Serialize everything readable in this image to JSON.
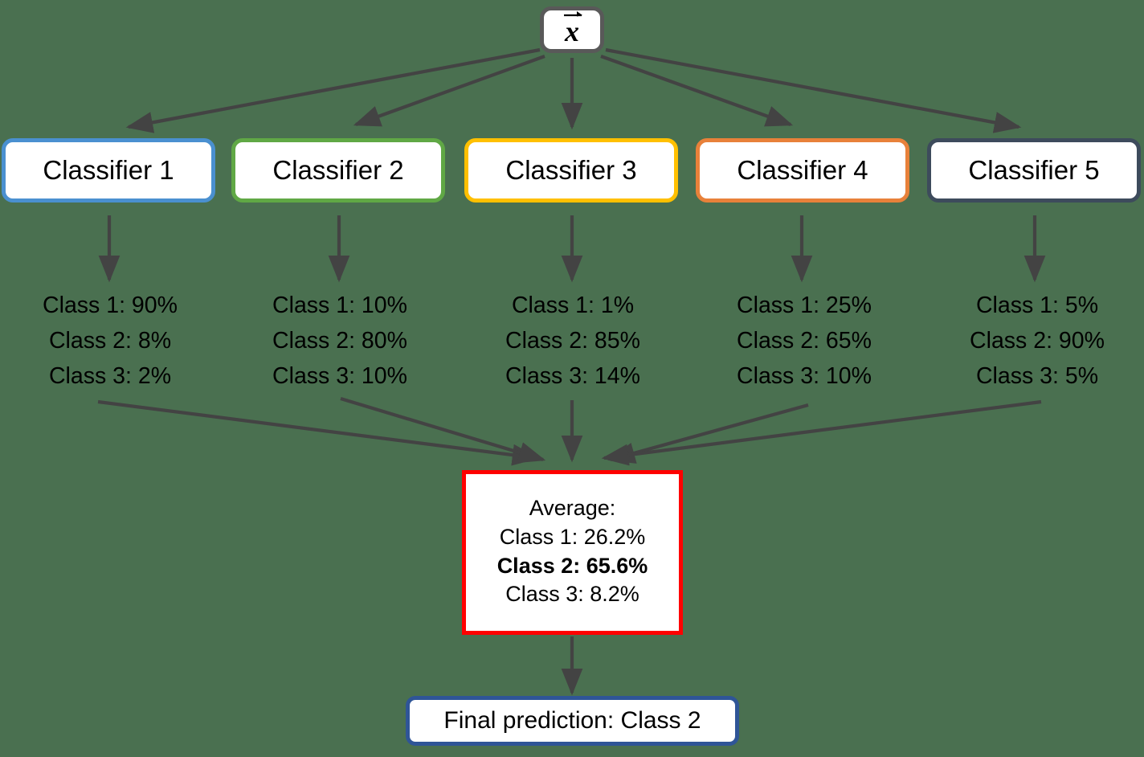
{
  "diagram": {
    "title": "Ensemble classifier soft-voting diagram",
    "background_color": "#4a7050",
    "arrow_color": "#434343"
  },
  "input": {
    "label": "x",
    "description": "feature vector x with arrow accent"
  },
  "classifiers": [
    {
      "label": "Classifier 1",
      "border_color": "#4a90d0",
      "probs": [
        "Class 1: 90%",
        "Class 2: 8%",
        "Class 3: 2%"
      ]
    },
    {
      "label": "Classifier 2",
      "border_color": "#60a845",
      "probs": [
        "Class 1: 10%",
        "Class 2: 80%",
        "Class 3: 10%"
      ]
    },
    {
      "label": "Classifier 3",
      "border_color": "#ffc000",
      "probs": [
        "Class 1: 1%",
        "Class 2: 85%",
        "Class 3: 14%"
      ]
    },
    {
      "label": "Classifier 4",
      "border_color": "#e8813a",
      "probs": [
        "Class 1: 25%",
        "Class 2: 65%",
        "Class 3: 10%"
      ]
    },
    {
      "label": "Classifier 5",
      "border_color": "#3d4b5c",
      "probs": [
        "Class 1: 5%",
        "Class 2: 90%",
        "Class 3: 5%"
      ]
    }
  ],
  "average": {
    "border_color": "#ff0000",
    "heading": "Average:",
    "rows": [
      {
        "text": "Class 1: 26.2%",
        "bold": false
      },
      {
        "text": "Class 2: 65.6%",
        "bold": true
      },
      {
        "text": "Class 3: 8.2%",
        "bold": false
      }
    ]
  },
  "final": {
    "label": "Final prediction: Class 2",
    "border_color": "#2f5597"
  },
  "chart_data": {
    "type": "table",
    "title": "Ensemble soft-voting class probabilities",
    "categories": [
      "Class 1",
      "Class 2",
      "Class 3"
    ],
    "series": [
      {
        "name": "Classifier 1",
        "values": [
          90,
          8,
          2
        ]
      },
      {
        "name": "Classifier 2",
        "values": [
          10,
          80,
          10
        ]
      },
      {
        "name": "Classifier 3",
        "values": [
          1,
          85,
          14
        ]
      },
      {
        "name": "Classifier 4",
        "values": [
          25,
          65,
          10
        ]
      },
      {
        "name": "Classifier 5",
        "values": [
          5,
          90,
          5
        ]
      },
      {
        "name": "Average",
        "values": [
          26.2,
          65.6,
          8.2
        ]
      }
    ],
    "units": "percent",
    "prediction": "Class 2"
  }
}
